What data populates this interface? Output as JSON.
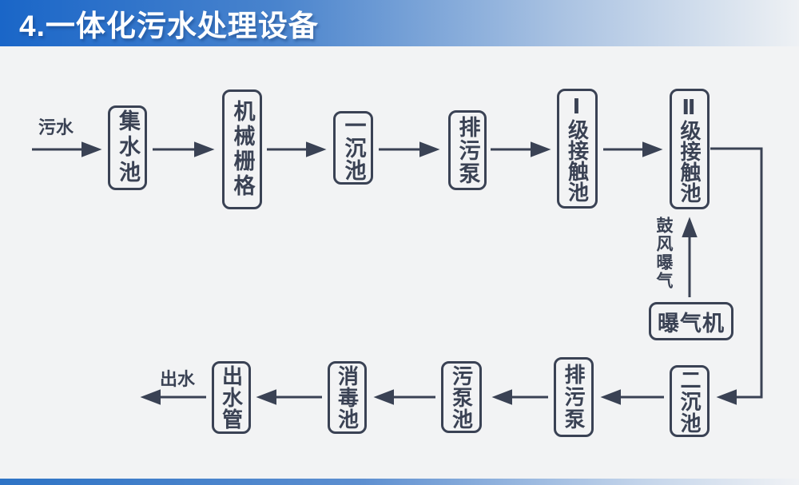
{
  "header": {
    "title": "4.一体化污水处理设备"
  },
  "diagram": {
    "inflow_label": "污水",
    "outflow_label": "出水",
    "aeration_label": "鼓风曝气",
    "nodes": [
      {
        "id": "collection-tank",
        "label": "集水池"
      },
      {
        "id": "mechanical-screen",
        "label": "机械栅格"
      },
      {
        "id": "primary-sedimentation",
        "label": "一沉池"
      },
      {
        "id": "sewage-pump-top",
        "label": "排污泵"
      },
      {
        "id": "stage1-contact-tank",
        "label": "Ⅰ级接触池"
      },
      {
        "id": "stage2-contact-tank",
        "label": "Ⅱ级接触池"
      },
      {
        "id": "aerator",
        "label": "曝气机"
      },
      {
        "id": "secondary-sedimentation",
        "label": "二沉池"
      },
      {
        "id": "sewage-pump-bottom",
        "label": "排污泵"
      },
      {
        "id": "sewage-pump-tank",
        "label": "污泵池"
      },
      {
        "id": "disinfection-tank",
        "label": "消毒池"
      },
      {
        "id": "outlet-pipe",
        "label": "出水管"
      }
    ],
    "colors": {
      "line_ink": "#3a4254",
      "header_blue": "#1a66c8",
      "background": "#f2f3f4",
      "title_text": "#ffffff"
    }
  }
}
